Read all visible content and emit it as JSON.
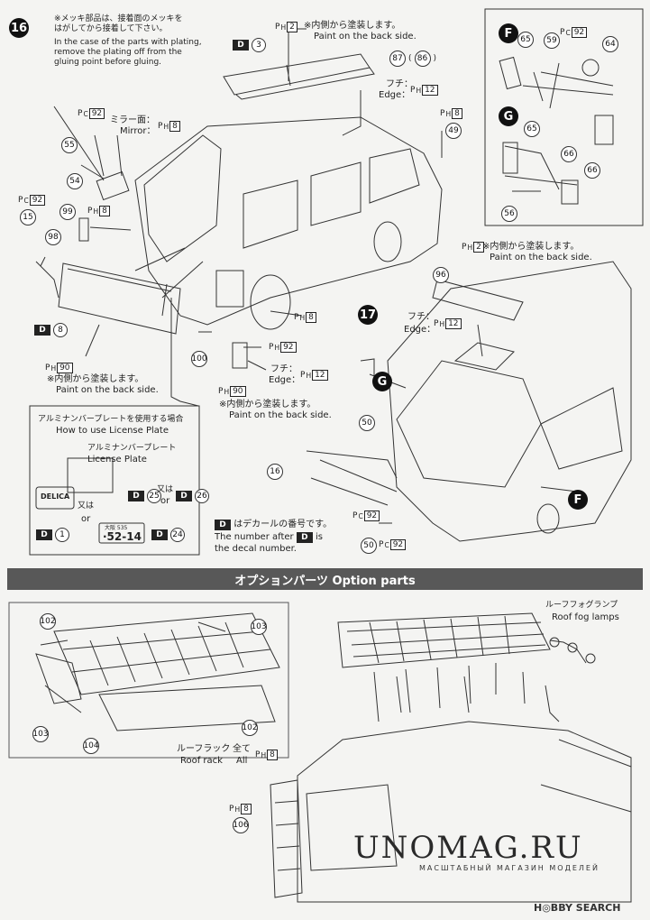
{
  "step16": {
    "number": "16",
    "note_jp": "※メッキ部品は、接着面のメッキを\nはがしてから接着して下さい。",
    "note_en": "In the case of the parts with plating,\nremove the plating off from the\ngluing point before gluing.",
    "roof_decal": "3",
    "roof_paint": "2",
    "back_paint_jp": "※内側から塗装します。",
    "back_paint_en": "Paint on the back side.",
    "parts_87_86": [
      "87",
      "86"
    ],
    "edge_jp": "フチ：",
    "edge_en": "Edge：",
    "edge_paint": "12",
    "mirror_jp": "ミラー面：",
    "mirror_en": "Mirror：",
    "mirror_paint": "8",
    "mirror_part_paint": "92",
    "p49_paint": "8",
    "p49": "49",
    "p55": "55",
    "p54": "54",
    "p15_paint": "92",
    "p15": "15",
    "p99": "99",
    "p99_paint": "8",
    "p98": "98",
    "decal8": "8",
    "p98_paint": "90",
    "rear_paint": "8",
    "p100": "100",
    "p100_paint": "92",
    "p100_edge_paint": "12",
    "p100_back_paint": "90"
  },
  "license_box": {
    "title_jp": "アルミナンバープレートを使用する場合",
    "title_en": "How to use License Plate",
    "plate_jp": "アルミナンバープレート",
    "plate_en": "License Plate",
    "or_jp": "又は",
    "or_en": "or",
    "decal1": "1",
    "decal25": "25",
    "decal26": "26",
    "decal24": "24",
    "plate_badge": "DELICA",
    "plate_number": "·52-14",
    "plate_top": "大阪 535"
  },
  "step16_decal_note": {
    "jp": "はデカールの番号です。",
    "en1": "The number after",
    "en2": "is",
    "en3": "the decal number.",
    "letter": "D"
  },
  "inset": {
    "F": [
      "65",
      "59",
      "64"
    ],
    "G": [
      "65",
      "66",
      "66",
      "56"
    ],
    "label_F": "F",
    "label_G": "G"
  },
  "step17": {
    "number": "17",
    "paint_jp": "※内側から塗装します。",
    "paint_en": "Paint on the back side.",
    "paint_val": "2",
    "p96": "96",
    "edge_jp": "フチ：",
    "edge_en": "Edge：",
    "edge_paint": "12",
    "p50": "50",
    "p16": "16",
    "p16_paint": "92",
    "p50_paint": "92",
    "label_G": "G",
    "label_F": "F"
  },
  "option": {
    "banner": "オプションパーツ  Option parts",
    "p102": "102",
    "p103": "103",
    "p104": "104",
    "roof_rack_jp": "ルーフラック",
    "roof_rack_en": "Roof rack",
    "all_jp": "全て",
    "all_en": "All",
    "all_paint": "8",
    "fog_jp": "ルーフフォグランプ",
    "fog_en": "Roof fog lamps",
    "p106": "106",
    "p106_paint": "8"
  },
  "watermark": {
    "main": "UNOMAG.RU",
    "sub": "МАСШТАБНЫЙ МАГАЗИН МОДЕЛЕЙ",
    "corner": "H◎BBY SEARCH"
  },
  "paint_prefix": "P",
  "paint_sub_H": "H",
  "paint_sub_C": "C"
}
